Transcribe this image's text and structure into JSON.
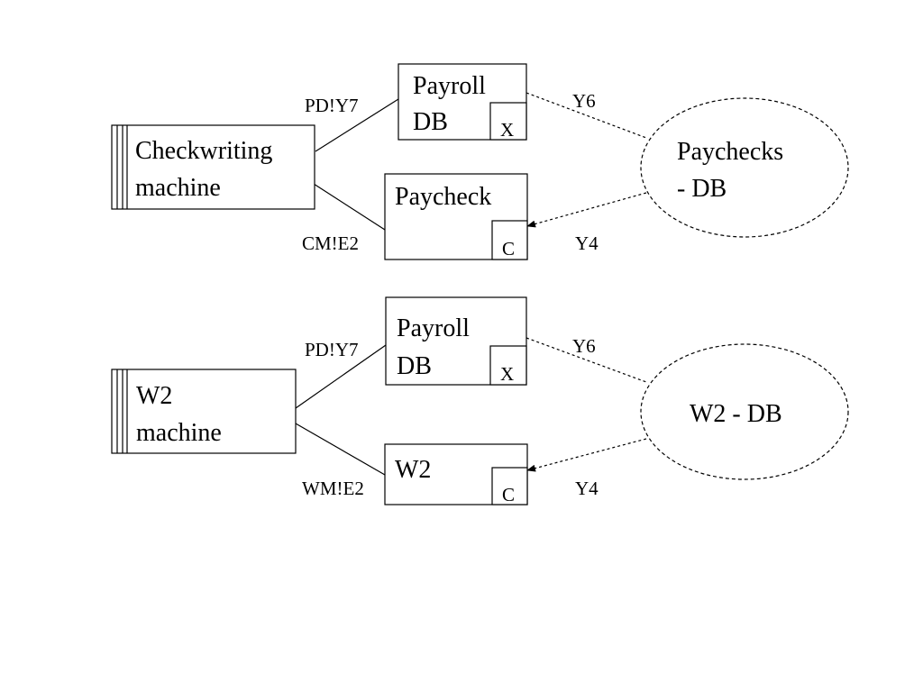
{
  "top": {
    "machine": [
      "Checkwriting",
      "machine"
    ],
    "store1": {
      "lines": [
        "Payroll",
        "DB"
      ],
      "tag": "X"
    },
    "store2": {
      "lines": [
        "Paycheck"
      ],
      "tag": "C"
    },
    "db": [
      "Paychecks",
      "- DB"
    ],
    "edge_store1": "PD!Y7",
    "edge_store2": "CM!E2",
    "edge_db_in": "Y6",
    "edge_db_out": "Y4"
  },
  "bottom": {
    "machine": [
      "W2",
      "machine"
    ],
    "store1": {
      "lines": [
        "Payroll",
        "DB"
      ],
      "tag": "X"
    },
    "store2": {
      "lines": [
        "W2"
      ],
      "tag": "C"
    },
    "db": [
      "W2 - DB"
    ],
    "edge_store1": "PD!Y7",
    "edge_store2": "WM!E2",
    "edge_db_in": "Y6",
    "edge_db_out": "Y4"
  }
}
